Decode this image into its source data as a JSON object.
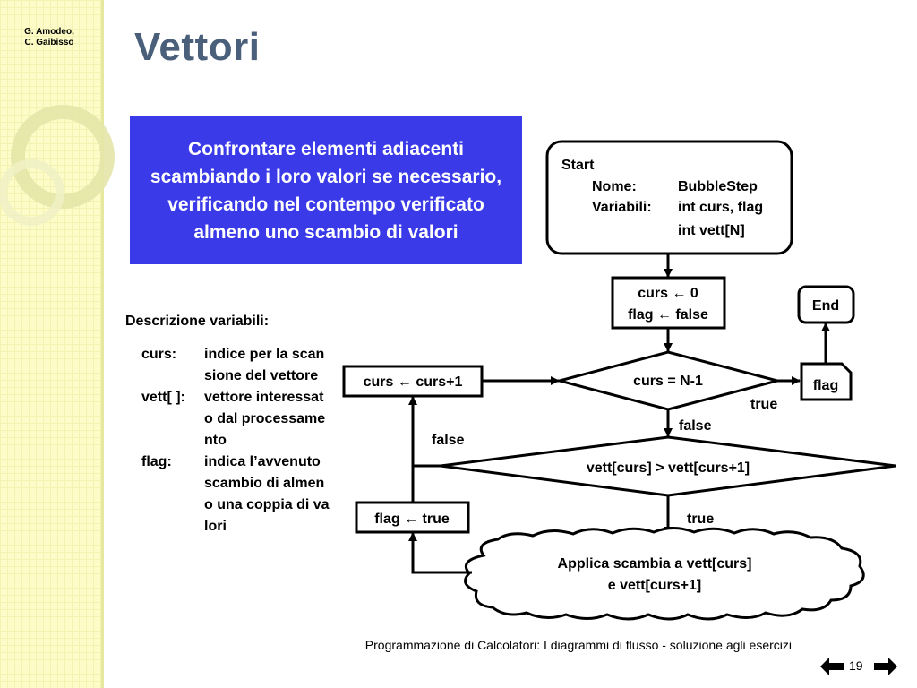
{
  "authors": [
    "G. Amodeo,",
    "C. Gaibisso"
  ],
  "slide_title": "Vettori",
  "description": "Confrontare elementi adiacenti scambiando i loro valori se necessario, verificando nel contempo verificato almeno uno scambio di valori",
  "variables": {
    "heading": "Descrizione variabili:",
    "items": [
      {
        "name": "curs:",
        "desc": "indice per la scansione del vettore"
      },
      {
        "name": "vett[ ]:",
        "desc": "vettore interessato dal processamento"
      },
      {
        "name": "flag:",
        "desc": "indica l’avvenuto scambio di almeno una coppia di valori"
      }
    ]
  },
  "flowchart": {
    "start": {
      "label": "Start",
      "name_key": "Nome:",
      "name_val": "BubbleStep",
      "vars_key": "Variabili:",
      "vars_val1": "int curs, flag",
      "vars_val2": "int vett[N]"
    },
    "init": {
      "line1": "curs ← 0",
      "line2": "flag ← false"
    },
    "end": "End",
    "cond_end": "curs = N-1",
    "inc": "curs ← curs+1",
    "out_flag": "flag",
    "cond_cmp": "vett[curs] > vett[curs+1]",
    "set_flag": "flag ← true",
    "swap": {
      "line1": "Applica scambia a vett[curs]",
      "line2": "e vett[curs+1]"
    },
    "labels": {
      "true1": "true",
      "false1": "false",
      "false2": "false",
      "true2": "true"
    }
  },
  "footer": {
    "text": "Programmazione di Calcolatori: I diagrammi di flusso - soluzione agli esercizi",
    "page": "19",
    "prev_icon": "arrow-left-icon",
    "next_icon": "arrow-right-icon"
  }
}
